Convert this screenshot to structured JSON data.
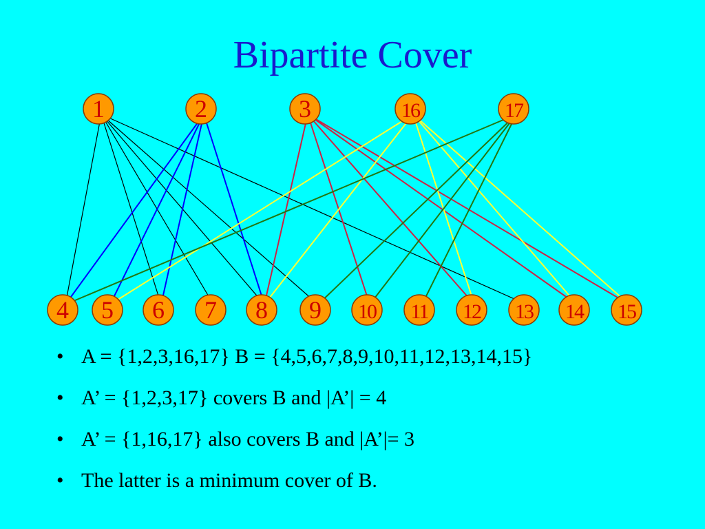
{
  "title": "Bipartite Cover",
  "colors": {
    "background": "#00FFFF",
    "title": "#1A1ACC",
    "node_fill": "#FF9900",
    "node_stroke": "#8B3A00",
    "node_label": "#CC0000"
  },
  "graph": {
    "top_nodes": [
      "1",
      "2",
      "3",
      "16",
      "17"
    ],
    "bottom_nodes": [
      "4",
      "5",
      "6",
      "7",
      "8",
      "9",
      "10",
      "11",
      "12",
      "13",
      "14",
      "15"
    ],
    "edge_groups": [
      {
        "from": "1",
        "color": "#000000",
        "to": [
          "4",
          "6",
          "7",
          "8",
          "9",
          "13"
        ]
      },
      {
        "from": "2",
        "color": "#0000FF",
        "to": [
          "4",
          "5",
          "6",
          "8"
        ]
      },
      {
        "from": "3",
        "color": "#CC2244",
        "to": [
          "8",
          "10",
          "12",
          "14",
          "15"
        ]
      },
      {
        "from": "16",
        "color": "#FFFF33",
        "to": [
          "5",
          "8",
          "12",
          "14",
          "15"
        ]
      },
      {
        "from": "17",
        "color": "#227711",
        "to": [
          "4",
          "9",
          "10",
          "11"
        ]
      }
    ]
  },
  "bullets": [
    "A = {1,2,3,16,17}  B = {4,5,6,7,8,9,10,11,12,13,14,15}",
    "A’ = {1,2,3,17} covers B and |A’| = 4",
    "A’ = {1,16,17} also covers B and |A’|= 3",
    "The latter is a minimum cover of B."
  ],
  "bullet_symbol": "•"
}
